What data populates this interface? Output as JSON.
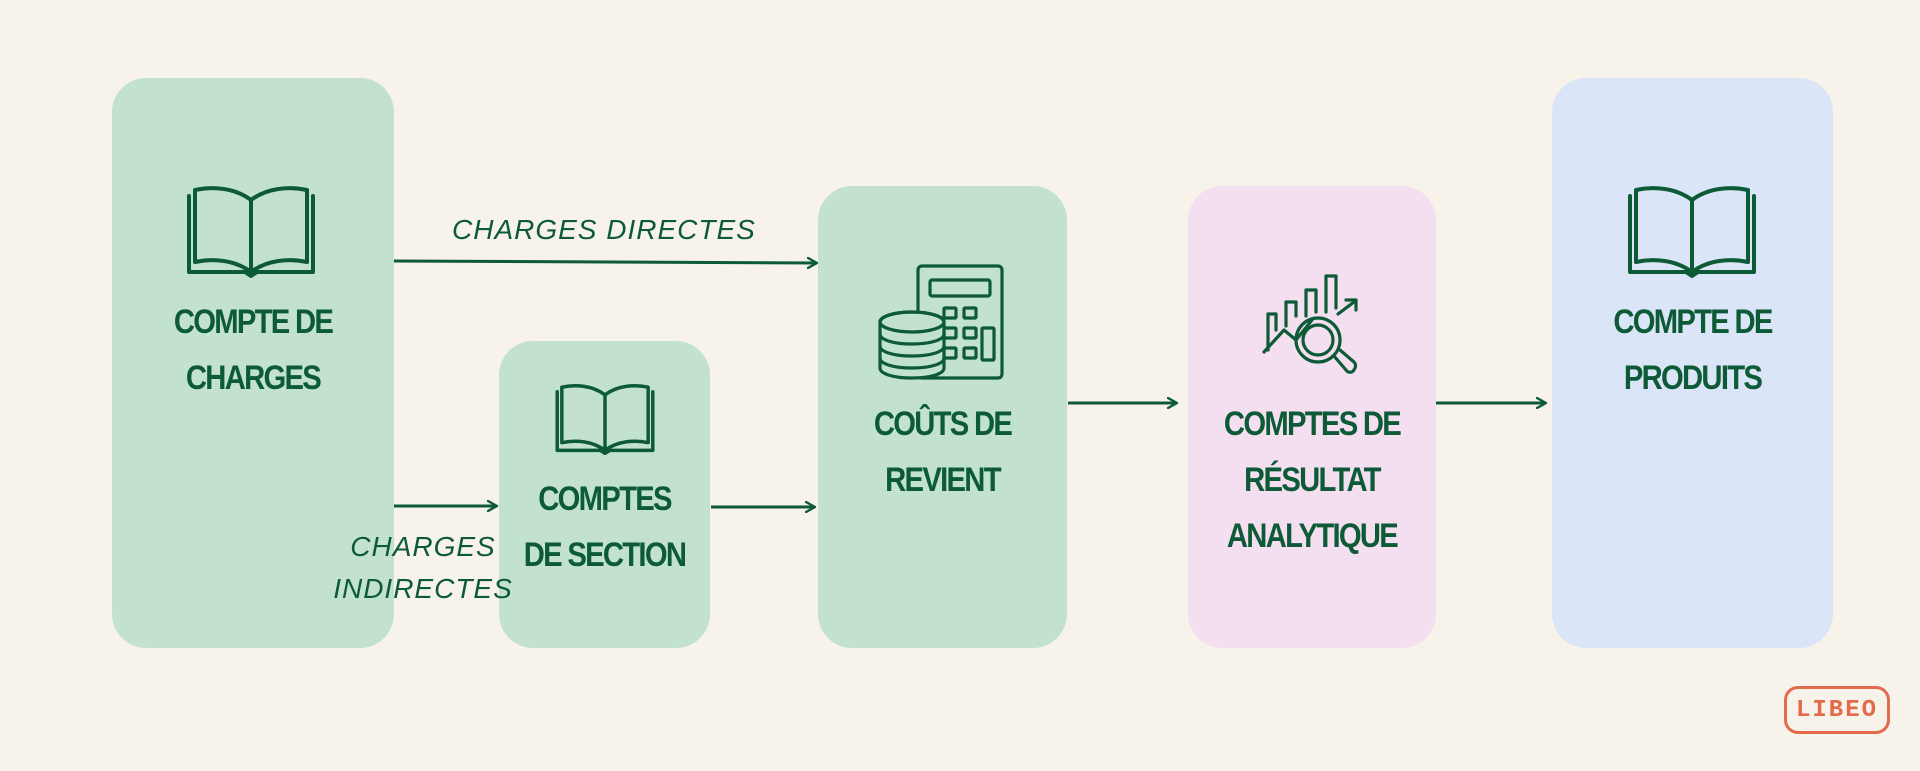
{
  "nodes": {
    "compte_charges": {
      "line1": "COMPTE DE",
      "line2": "CHARGES",
      "icon": "book-icon"
    },
    "comptes_section": {
      "line1": "COMPTES",
      "line2": "DE SECTION",
      "icon": "book-icon"
    },
    "couts_revient": {
      "line1": "COÛTS DE",
      "line2": "REVIENT",
      "icon": "calculator-coins-icon"
    },
    "comptes_resultat": {
      "line1": "COMPTES DE",
      "line2": "RÉSULTAT",
      "line3": "ANALYTIQUE",
      "icon": "chart-magnifier-icon"
    },
    "compte_produits": {
      "line1": "COMPTE DE",
      "line2": "PRODUITS",
      "icon": "book-icon"
    }
  },
  "edges": {
    "direct_label": "CHARGES DIRECTES",
    "indirect_label_line1": "CHARGES",
    "indirect_label_line2": "INDIRECTES"
  },
  "brand": {
    "logo_text": "LIBEO",
    "logo_color": "#e36a4b"
  },
  "colors": {
    "background": "#f7f2ea",
    "green_box": "#c2e2cf",
    "pink_box": "#f4dff1",
    "blue_box": "#dae5f7",
    "text_dark_green": "#0c5a36"
  }
}
